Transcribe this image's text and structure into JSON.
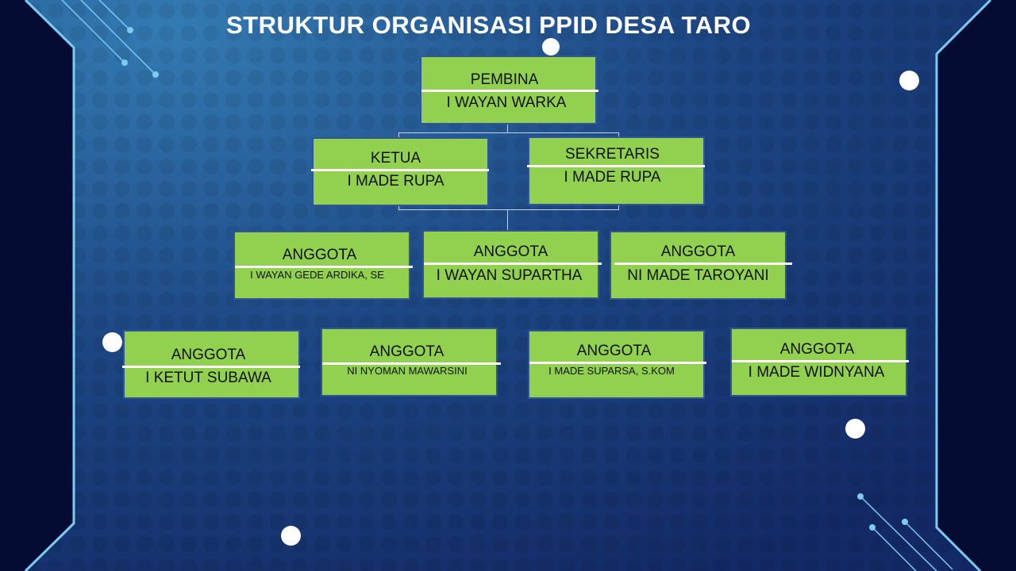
{
  "title": "STRUKTUR ORGANISASI PPID DESA TARO",
  "colors": {
    "box": "#92d050",
    "background": "#1e4a86",
    "frame": "#040c33",
    "accent": "#7ccbf0"
  },
  "pembina": {
    "role": "PEMBINA",
    "name": "I WAYAN WARKA"
  },
  "ketua": {
    "role": "KETUA",
    "name": "I MADE RUPA"
  },
  "sekretaris": {
    "role": "SEKRETARIS",
    "name": "I MADE RUPA"
  },
  "anggota": [
    {
      "role": "ANGGOTA",
      "name": "I WAYAN GEDE ARDIKA, SE"
    },
    {
      "role": "ANGGOTA",
      "name": "I WAYAN SUPARTHA"
    },
    {
      "role": "ANGGOTA",
      "name": "NI MADE TAROYANI"
    },
    {
      "role": "ANGGOTA",
      "name": "I KETUT SUBAWA"
    },
    {
      "role": "ANGGOTA",
      "name": "NI NYOMAN MAWARSINI"
    },
    {
      "role": "ANGGOTA",
      "name": "I MADE SUPARSA, S.KOM"
    },
    {
      "role": "ANGGOTA",
      "name": "I MADE WIDNYANA"
    }
  ]
}
